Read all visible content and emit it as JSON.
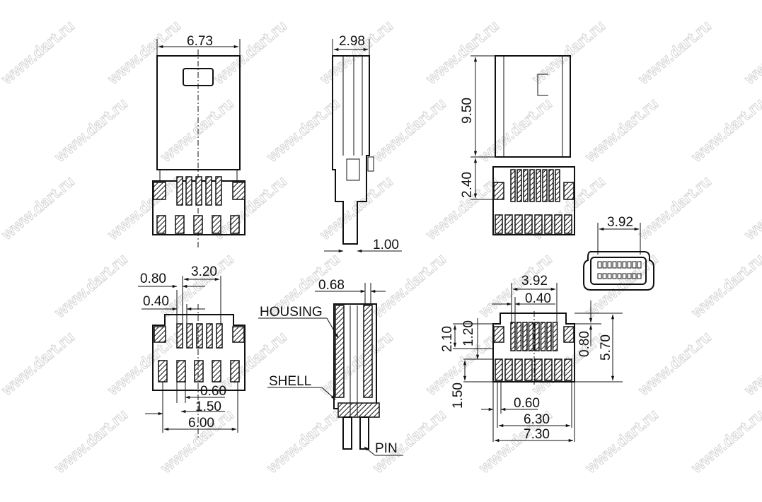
{
  "watermark": "www.dart.ru",
  "view_front": {
    "width": "6.73"
  },
  "view_side": {
    "depth": "2.98",
    "pin": "1.00"
  },
  "view_back": {
    "length": "9.50",
    "pin_len": "2.40"
  },
  "view_plug": {
    "width": "3.92"
  },
  "footprint_5pin": {
    "d1": "0.80",
    "d2": "3.20",
    "d3": "0.40",
    "d4": "0.60",
    "d5": "1.50",
    "d6": "6.00"
  },
  "section": {
    "d1": "0.68",
    "housing": "HOUSING",
    "shell": "SHELL",
    "pin": "PIN"
  },
  "footprint_8pin": {
    "d1": "3.92",
    "d2": "0.40",
    "d3": "2.10",
    "d4": "1.20",
    "d5": "0.80",
    "d6": "5.70",
    "d7": "1.50",
    "d8": "0.60",
    "d9": "6.30",
    "d10": "7.30"
  }
}
